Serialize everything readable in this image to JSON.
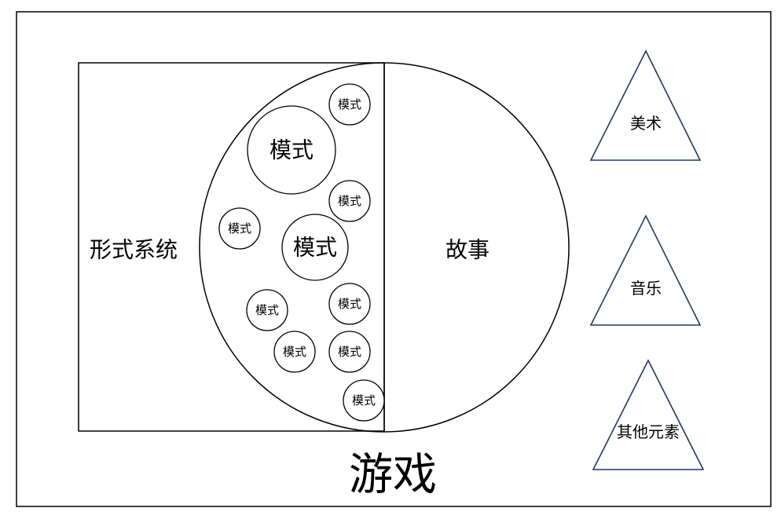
{
  "diagram": {
    "game_label": "游戏",
    "formal_system_label": "形式系统",
    "story_label": "故事",
    "patterns": [
      {
        "label": "模式",
        "size": "small"
      },
      {
        "label": "模式",
        "size": "large"
      },
      {
        "label": "模式",
        "size": "small"
      },
      {
        "label": "模式",
        "size": "small"
      },
      {
        "label": "模式",
        "size": "large"
      },
      {
        "label": "模式",
        "size": "small"
      },
      {
        "label": "模式",
        "size": "small"
      },
      {
        "label": "模式",
        "size": "small"
      },
      {
        "label": "模式",
        "size": "small"
      },
      {
        "label": "模式",
        "size": "small"
      }
    ],
    "elements": [
      {
        "label": "美术"
      },
      {
        "label": "音乐"
      },
      {
        "label": "其他元素"
      }
    ]
  },
  "colors": {
    "line": "#000000",
    "triangle_stroke": "#1f3864",
    "background": "#ffffff"
  }
}
